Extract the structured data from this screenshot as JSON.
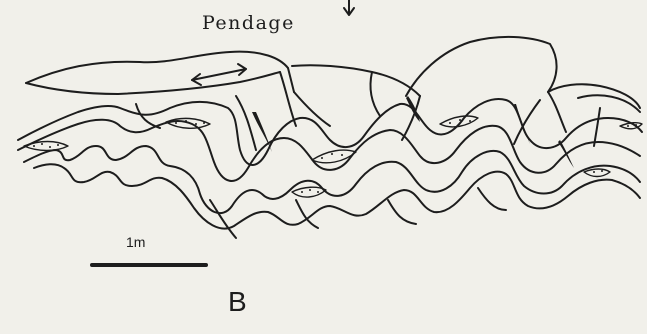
{
  "figure": {
    "dip_label": "Pendage",
    "scale_label": "1m",
    "panel_letter": "B"
  },
  "colors": {
    "ink": "#1d1d1d",
    "paper": "#f1f0ea"
  }
}
